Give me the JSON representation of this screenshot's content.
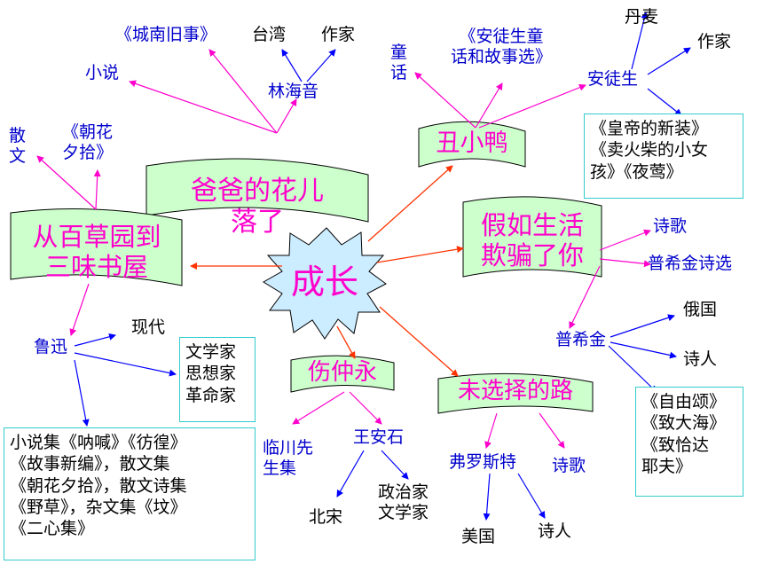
{
  "center": "成长",
  "banners": {
    "baihe": "从百草园到\n三味书屋",
    "baba": "爸爸的花儿\n落了",
    "chouxiaoya": "丑小鸭",
    "jiaru": "假如生活\n欺骗了你",
    "zhongyong": "伤仲永",
    "weixuanze": "未选择的路"
  },
  "labels": {
    "chengnan": "《城南旧事》",
    "taiwan": "台湾",
    "zuojia1": "作家",
    "xiaoshuo": "小说",
    "linhaiyin": "林海音",
    "sanwen": "散\n文",
    "zhaohua": "《朝花\n夕拾》",
    "tonghua": "童\n话",
    "antusheng_work": "《安徒生童\n话和故事选》",
    "danmai": "丹麦",
    "zuojia2": "作家",
    "antusheng": "安徒生",
    "shige1": "诗歌",
    "pushijin_shixuan": "普希金诗选",
    "eguo": "俄国",
    "pushijin": "普希金",
    "shiren1": "诗人",
    "luxun": "鲁迅",
    "xiandai": "现代",
    "linchuan": "临川先\n生集",
    "wanganshi": "王安石",
    "beisong": "北宋",
    "zhengzhijia": "政治家\n文学家",
    "fuluosite": "弗罗斯特",
    "shige2": "诗歌",
    "meiguo": "美国",
    "shiren2": "诗人"
  },
  "boxes": {
    "antusheng_works": "《皇帝的新装》\n《卖火柴的小女\n孩》《夜莺》",
    "luxun_roles": "文学家\n思想家\n革命家",
    "luxun_works": "小说集《呐喊》《彷徨》\n《故事新编》，散文集\n《朝花夕拾》，散文诗集\n《野草》，杂文集《坟》\n《二心集》",
    "pushijin_works": "《自由颂》\n《致大海》\n《致恰达\n耶夫》"
  },
  "colors": {
    "banner_fill": "#ccffcc",
    "banner_text": "#ff00cc",
    "label_blue": "#0000cc",
    "star_fill": "#ccecff",
    "arrow_red": "#ff3300",
    "arrow_pink": "#ff00cc",
    "arrow_blue": "#0000ff",
    "box_border": "#33cccc"
  }
}
